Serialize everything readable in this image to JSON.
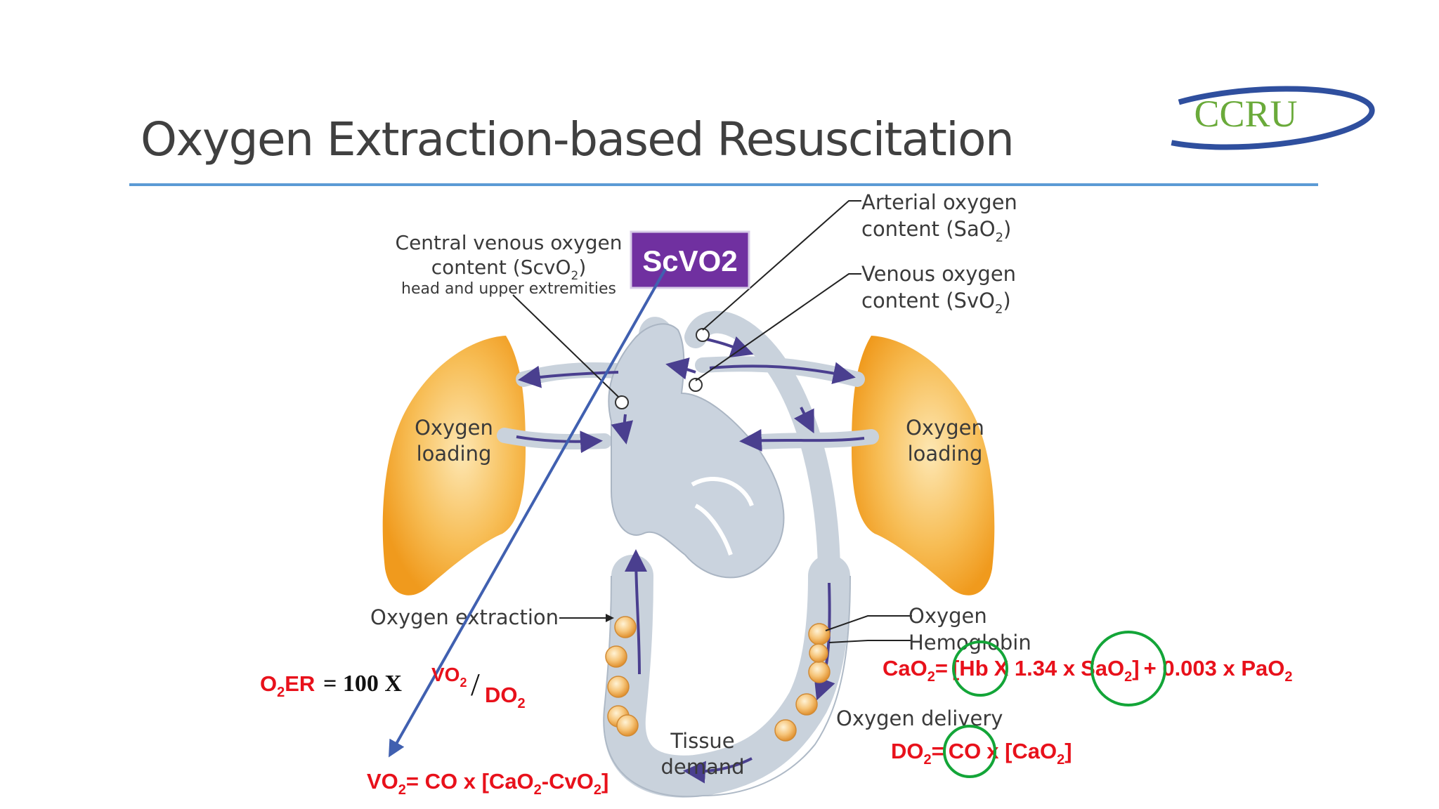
{
  "slide": {
    "title": "Oxygen Extraction-based Resuscitation"
  },
  "logo": {
    "text": "CCRU"
  },
  "labels": {
    "arterial_1": "Arterial oxygen",
    "arterial_2_pre": "content (SaO",
    "venous_1": "Venous oxygen",
    "venous_2_pre": "content (SvO",
    "central_1": "Central venous oxygen",
    "central_2_pre": "content (ScvO",
    "central_3": "head and upper extremities",
    "oxygen_loading_1": "Oxygen",
    "oxygen_loading_2": "loading",
    "oxygen_extraction": "Oxygen extraction",
    "oxygen": "Oxygen",
    "hemoglobin": "Hemoglobin",
    "oxygen_delivery": "Oxygen delivery",
    "tissue_1": "Tissue",
    "tissue_2": "demand",
    "sub_2": "2",
    "close_paren": ")"
  },
  "badge": {
    "text": "ScVO2",
    "color": "#7030a0"
  },
  "formulas": {
    "o2er": {
      "prefix": "O",
      "sub": "2",
      "mid": "ER",
      "eq": "= 100 X",
      "num": "VO",
      "num_sub": "2",
      "slash": "/",
      "den": "DO",
      "den_sub": "2"
    },
    "cao2": {
      "a": "CaO",
      "b": "=",
      "c": "[Hb",
      "d": "X 1.34 x",
      "e": "SaO",
      "f": "]",
      "g": "+ 0.003 x PaO"
    },
    "do2": {
      "a": "DO",
      "b": "=",
      "c": "CO",
      "d": "x [CaO",
      "e": "]"
    },
    "vo2": {
      "a": "VO",
      "b": "= CO x [CaO",
      "c": "-CvO",
      "d": "]"
    }
  },
  "colors": {
    "red": "#e8111b",
    "green": "#13a538",
    "blue_arrow": "#4060b0",
    "rule": "#5b9bd5",
    "vessel": "#c9d2dc",
    "lung": "#f5a623"
  }
}
